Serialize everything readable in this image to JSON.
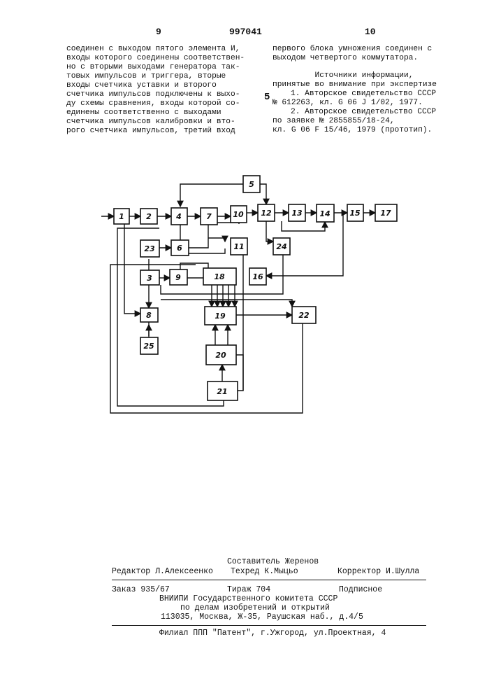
{
  "header": {
    "page_left": "9",
    "patent_number": "997041",
    "page_right": "10"
  },
  "left_column": [
    "соединен с выходом пятого элемента И,",
    "входы которого соединены соответствен-",
    "но с вторыми выходами генератора так-",
    "товых импульсов и триггера, вторые",
    "входы счетчика уставки и второго",
    "счетчика импульсов подключены к выхо-",
    "ду схемы сравнения, входы которой со-",
    "единены соответственно с выходами",
    "счетчика импульсов калибровки и вто-",
    "рого счетчика импульсов, третий вход"
  ],
  "line_marker": "5",
  "right_column": {
    "lines_top": [
      "первого блока умножения соединен с",
      "выходом четвертого коммутатора."
    ],
    "sources_title": "Источники информации,",
    "sources_subtitle": "принятые во внимание при экспертизе",
    "ref1_line1": "1. Авторское свидетельство СССР",
    "ref1_line2": "№ 612263, кл. G 06 J 1/02, 1977.",
    "ref2_line1": "2. Авторское свидетельство СССР",
    "ref2_line2": "по  заявке  №  2855855/18-24,",
    "ref2_line3": "кл. G 06 F 15/46, 1979 (прототип)."
  },
  "diagram_blocks": [
    "1",
    "2",
    "3",
    "4",
    "5",
    "6",
    "7",
    "8",
    "9",
    "10",
    "11",
    "12",
    "13",
    "14",
    "15",
    "16",
    "17",
    "18",
    "19",
    "20",
    "21",
    "22",
    "23",
    "24",
    "25"
  ],
  "footer": {
    "compiler": "Составитель    Жеренов",
    "editor": "Редактор Л.Алексеенко",
    "techred": "Техред К.Мыцьо",
    "corrector": "Корректор И.Шулла",
    "order": "Заказ 935/67",
    "circulation": "Тираж 704",
    "subscription": "Подписное",
    "org1": "ВНИИПИ Государственного комитета СССР",
    "org2": "по делам изобретений и открытий",
    "address": "113035, Москва, Ж-35, Раушская наб., д.4/5",
    "branch": "Филиал ППП \"Патент\", г.Ужгород, ул.Проектная, 4"
  }
}
